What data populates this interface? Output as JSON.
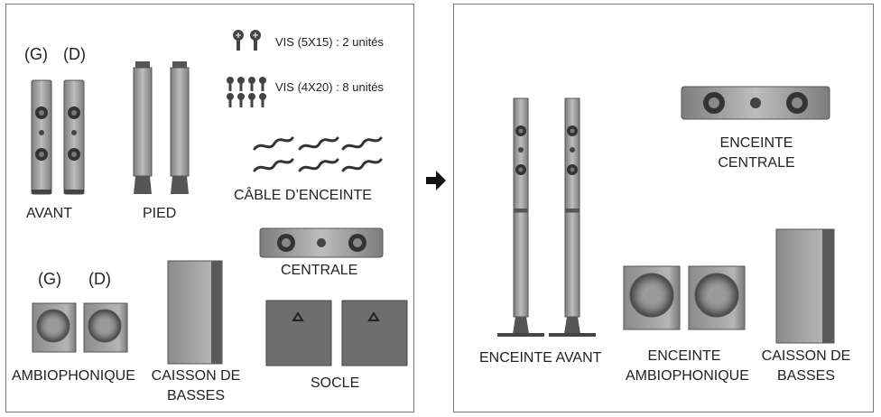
{
  "left_panel": {
    "labels": {
      "front_g": "(G)",
      "front_d": "(D)",
      "front": "AVANT",
      "stand": "PIED",
      "screws_5x15": "VIS (5X15) : 2 unités",
      "screws_4x20": "VIS (4X20) : 8 unités",
      "speaker_cable": "CÂBLE D’ENCEINTE",
      "center": "CENTRALE",
      "surround_g": "(G)",
      "surround_d": "(D)",
      "surround": "AMBIOPHONIQUE",
      "subwoofer_line1": "CAISSON DE",
      "subwoofer_line2": "BASSES",
      "base": "SOCLE"
    }
  },
  "right_panel": {
    "labels": {
      "center_line1": "ENCEINTE",
      "center_line2": "CENTRALE",
      "front": "ENCEINTE AVANT",
      "surround_line1": "ENCEINTE",
      "surround_line2": "AMBIOPHONIQUE",
      "subwoofer_line1": "CAISSON DE",
      "subwoofer_line2": "BASSES"
    }
  },
  "icons": {
    "arrow": "arrow-right-icon"
  },
  "colors": {
    "speaker_body": "#9a9a9a",
    "speaker_dark": "#4a4a4a",
    "border": "#777777"
  }
}
